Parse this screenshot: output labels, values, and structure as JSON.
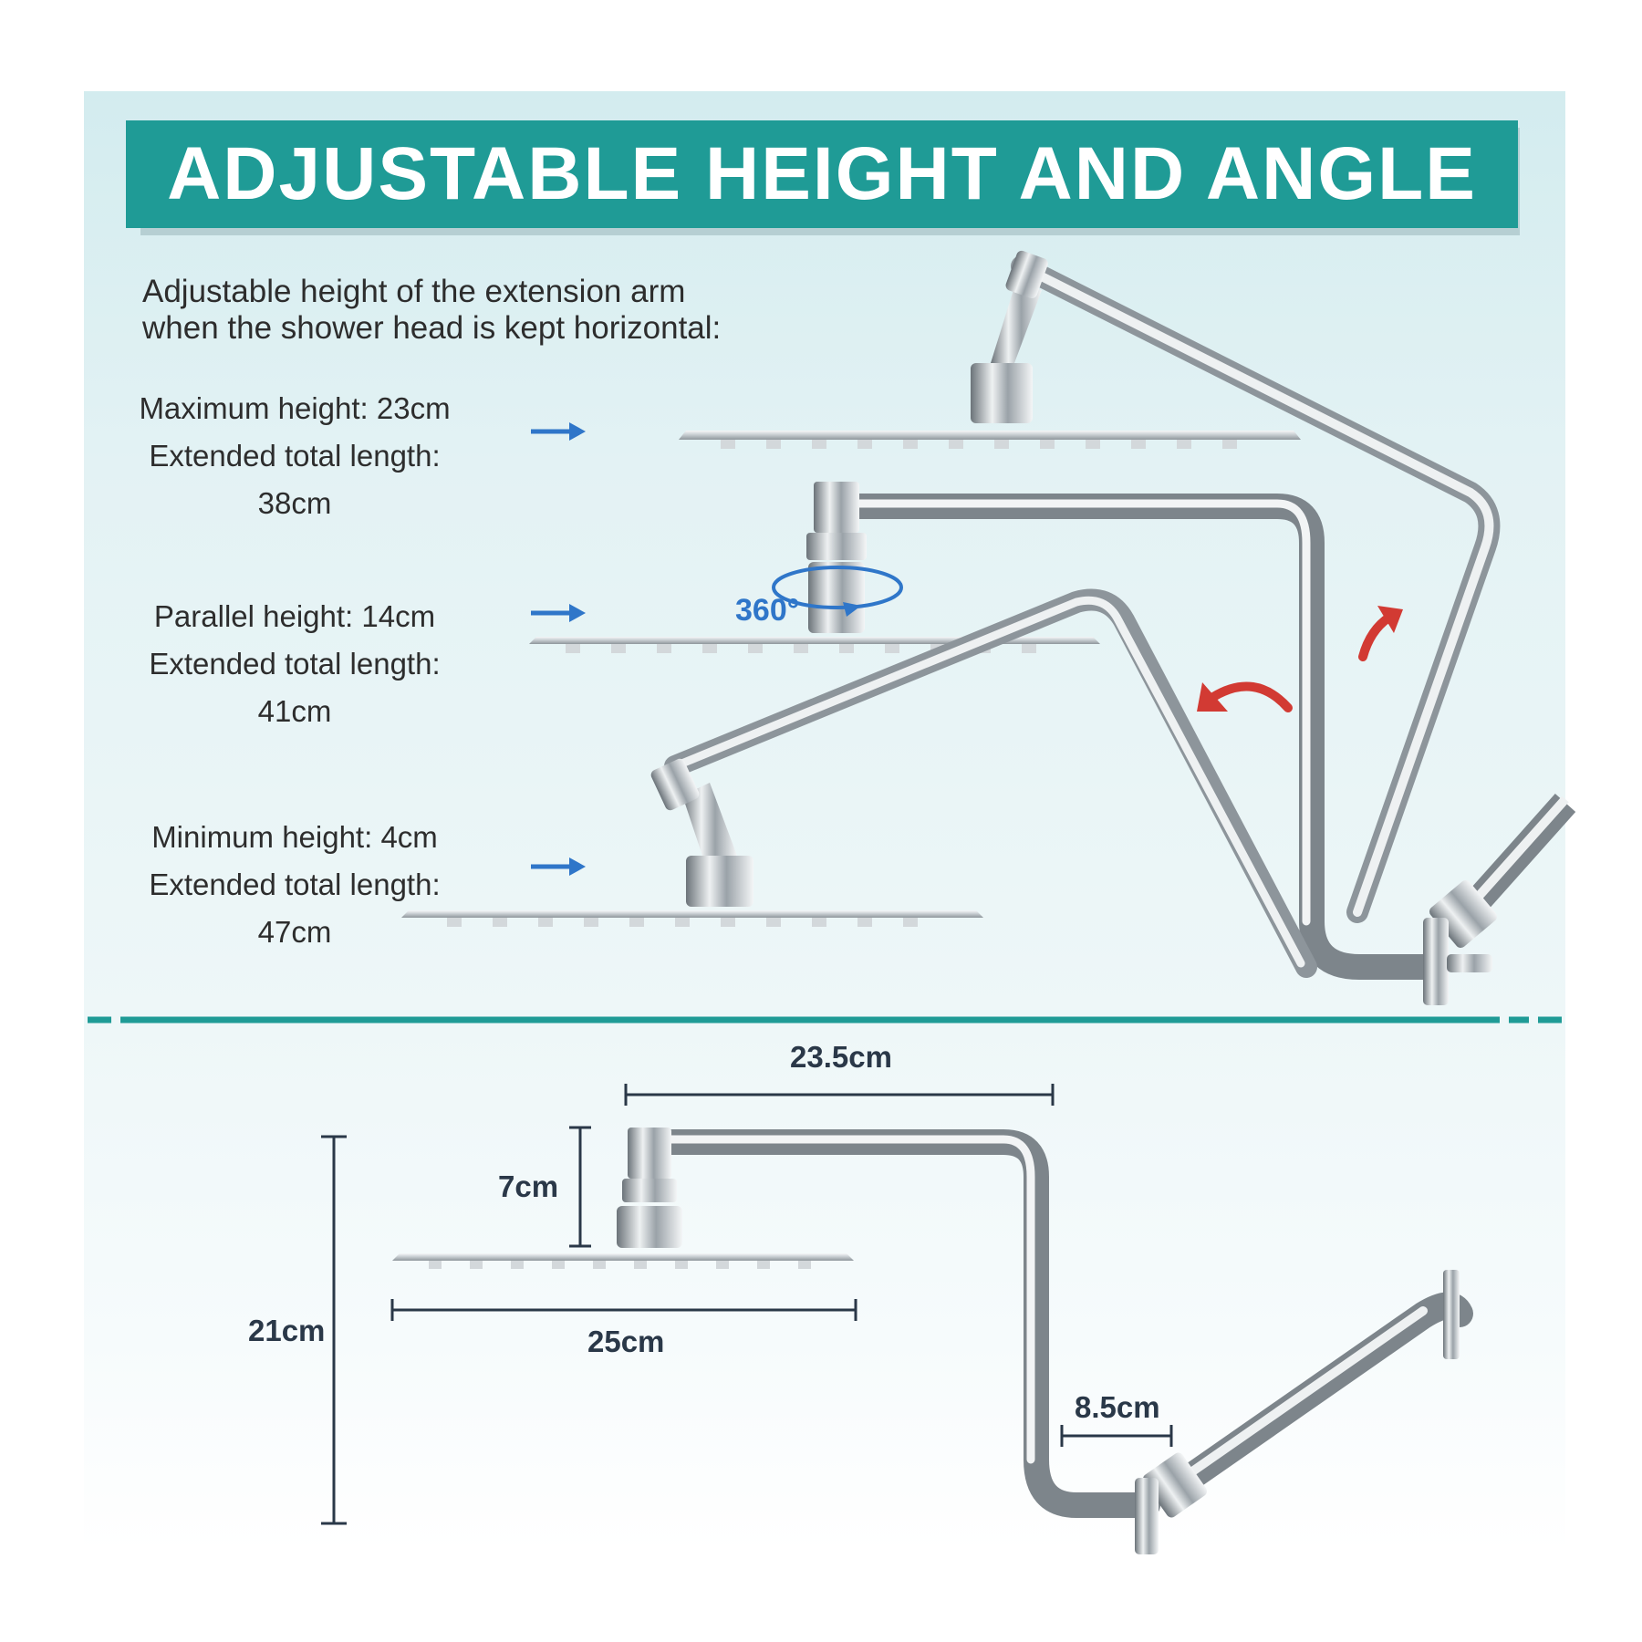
{
  "banner": {
    "title": "ADJUSTABLE HEIGHT AND ANGLE"
  },
  "intro": {
    "line1": "Adjustable height of the extension arm",
    "line2": "when the shower head is kept horizontal:"
  },
  "specs": [
    {
      "height": "Maximum height: 23cm",
      "length": "Extended total length: 38cm"
    },
    {
      "height": "Parallel height: 14cm",
      "length": "Extended total length: 41cm"
    },
    {
      "height": "Minimum height: 4cm",
      "length": "Extended total length: 47cm"
    }
  ],
  "rotation": {
    "label": "360°"
  },
  "dimensions": {
    "arm_length": "23.5cm",
    "connector_height": "7cm",
    "total_height": "21cm",
    "head_width": "25cm",
    "offset": "8.5cm"
  },
  "colors": {
    "teal": "#1f9b96",
    "arrow_blue": "#2f76c9",
    "arrow_red": "#d23a33"
  }
}
